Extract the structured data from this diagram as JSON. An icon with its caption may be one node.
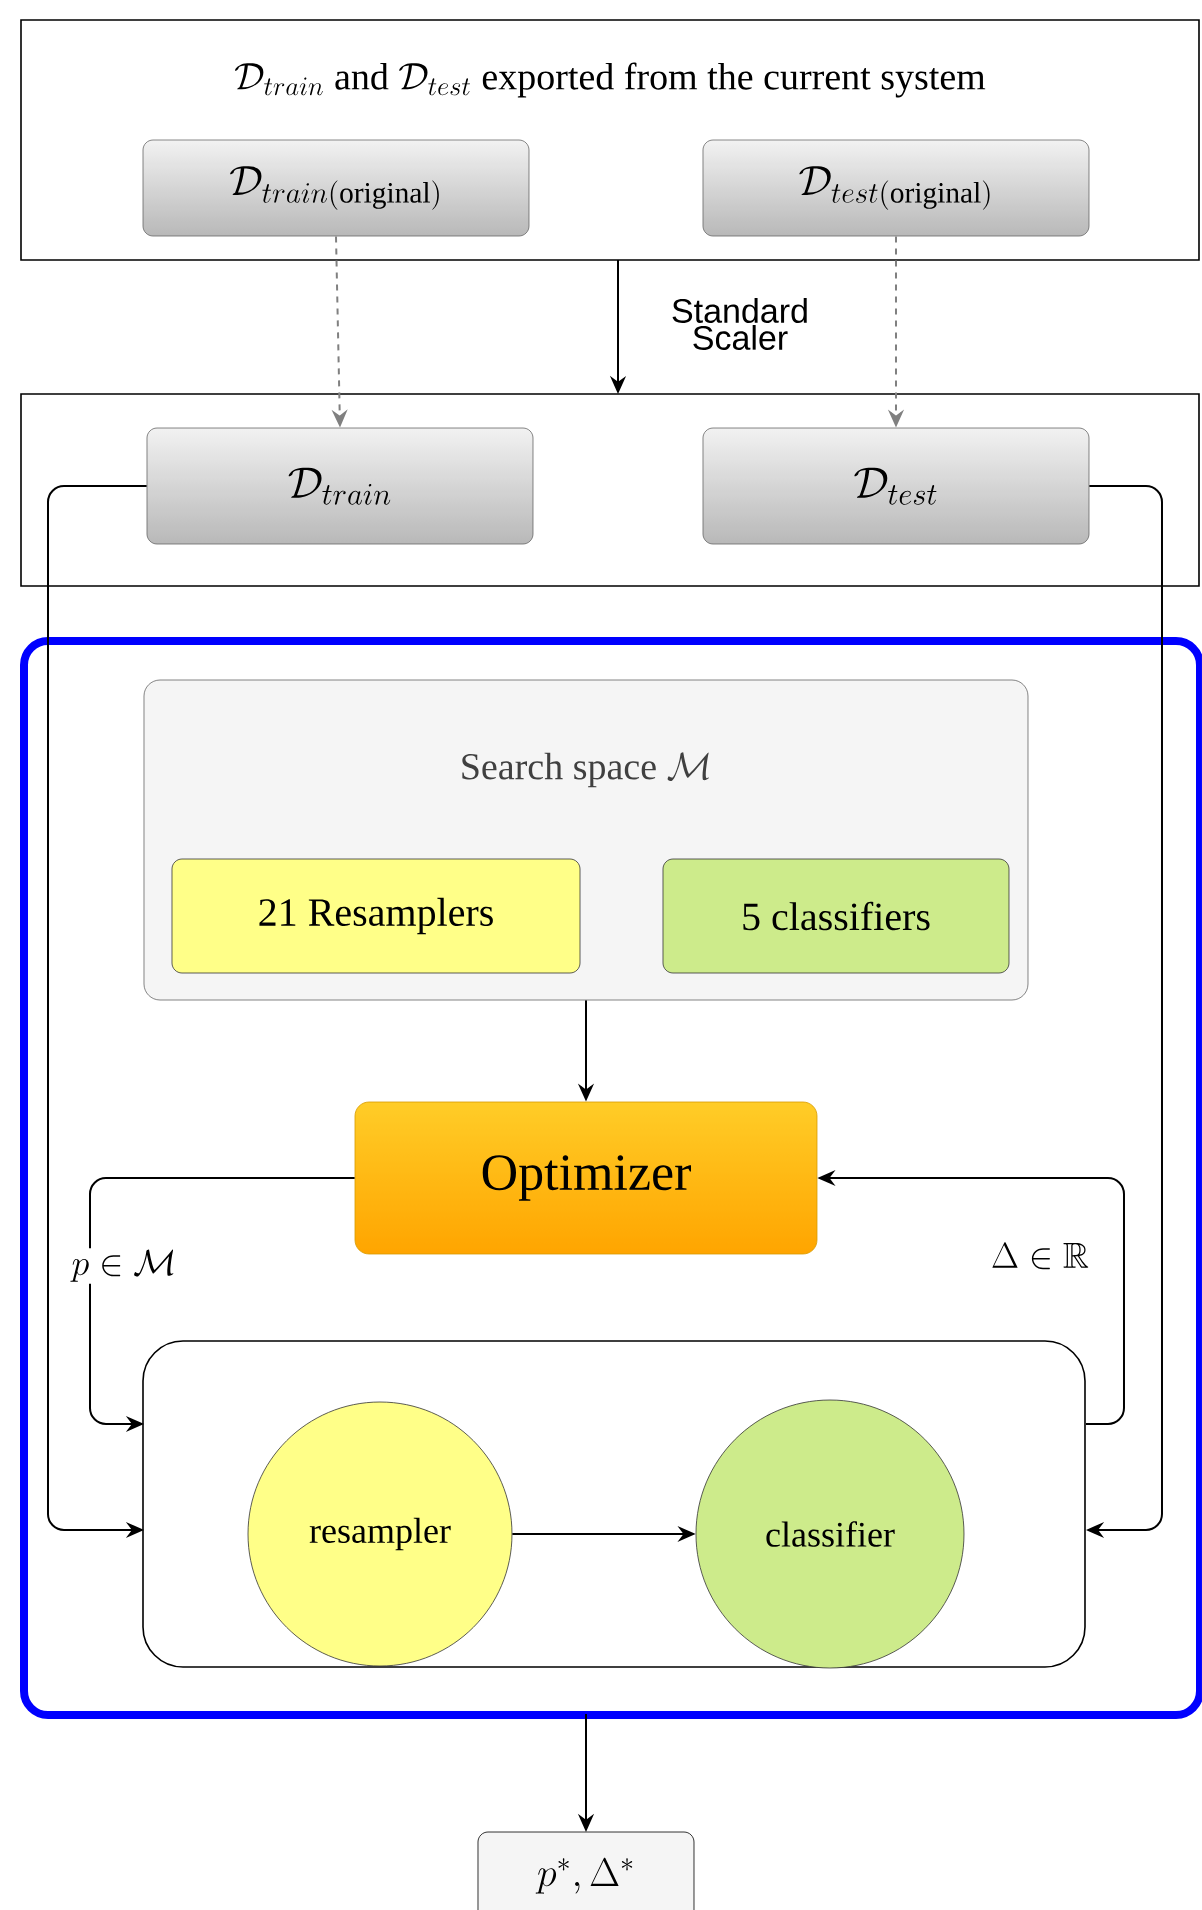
{
  "diagram": {
    "nodes": [
      {
        "text": [
          "\\mathcal{D}_{train}\\text{ and }\\mathcal{D}_{test}\\text{ exported from the current system}"
        ]
      },
      {
        "text": [
          "\\mathcal{D}_{train(\\text{original})}"
        ],
        "in": 0
      },
      {
        "text": [
          "\\mathcal{D}_{test(\\text{original})}"
        ],
        "in": 0
      },
      {
        "text": [],
        "shape": "box"
      },
      {
        "text": [
          "\\mathcal{D}_{train}"
        ],
        "in": 3
      },
      {
        "text": [
          "\\mathcal{D}_{test}"
        ],
        "in": 3
      },
      {
        "text": [],
        "shape": "box"
      },
      {
        "text": [
          "\\text{Search space }\\mathcal{M}"
        ],
        "in": 6
      },
      {
        "text": [
          "21 Resamplers"
        ],
        "in": 7
      },
      {
        "text": [
          "5 classifiers"
        ],
        "in": 7
      },
      {
        "text": [
          "Optimizer"
        ],
        "in": 6
      },
      {
        "text": [],
        "shape": "box",
        "in": 6
      },
      {
        "text": [
          "resampler"
        ],
        "in": 11
      },
      {
        "text": [
          "classifier"
        ],
        "in": 11
      },
      {
        "text": [
          "p^*,\\Delta^*"
        ]
      }
    ],
    "edges": [
      {
        "from": 1,
        "to": 4,
        "arrow": "to",
        "style": "dashed",
        "color": "#808080"
      },
      {
        "from": 2,
        "to": 5,
        "arrow": "to",
        "style": "dashed",
        "color": "#808080"
      },
      {
        "from": 0,
        "to": 3,
        "arrow": "to",
        "label": "Standard Scaler"
      },
      {
        "from": 7,
        "to": 10,
        "arrow": "to"
      },
      {
        "from": 10,
        "to": 11,
        "arrow": "to",
        "label": "p \\in \\mathcal{M}"
      },
      {
        "from": 11,
        "to": 10,
        "arrow": "to",
        "label": "\\Delta \\in \\mathbb{R}"
      },
      {
        "from": 4,
        "to": 11,
        "arrow": "to"
      },
      {
        "from": 5,
        "to": 11,
        "arrow": "to"
      },
      {
        "from": 12,
        "to": 13,
        "arrow": "to"
      },
      {
        "from": 6,
        "to": 14,
        "arrow": "to"
      }
    ]
  }
}
